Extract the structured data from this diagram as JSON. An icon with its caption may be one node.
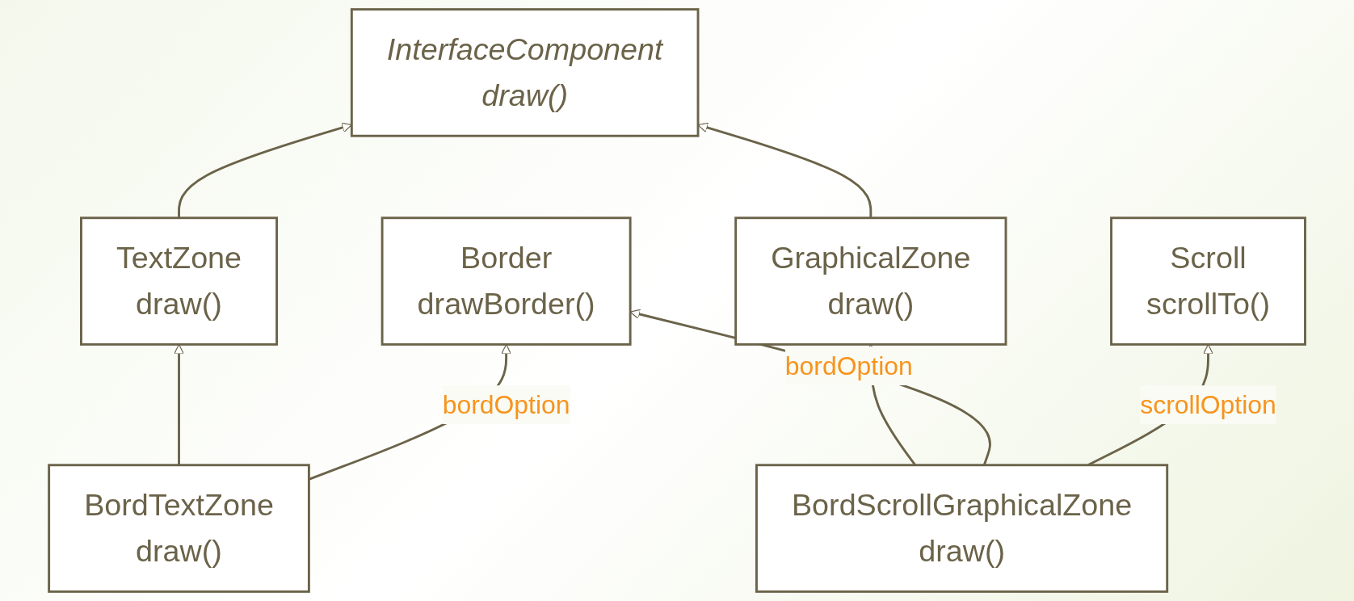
{
  "diagram": {
    "nodes": [
      {
        "text": [
          "InterfaceComponent",
          "draw()"
        ]
      },
      {
        "text": [
          "Border",
          "drawBorder()"
        ]
      },
      {
        "text": [
          "Scroll",
          "scrollTo()"
        ]
      },
      {
        "text": [
          "TextZone",
          "draw()"
        ]
      },
      {
        "text": [
          "GraphicalZone",
          "draw()"
        ]
      },
      {
        "text": [
          "BordTextZone",
          "draw()"
        ]
      },
      {
        "text": [
          "BordScrollGraphicalZone",
          "draw()"
        ]
      }
    ],
    "edges": [
      {
        "from": 3,
        "to": 0,
        "arrow": "to"
      },
      {
        "from": 4,
        "to": 0,
        "arrow": "to"
      },
      {
        "from": 5,
        "to": 3,
        "arrow": "to"
      },
      {
        "from": 5,
        "to": 1,
        "arrow": "to",
        "label": "bordOption"
      },
      {
        "from": 6,
        "to": 4,
        "arrow": "to"
      },
      {
        "from": 6,
        "to": 1,
        "arrow": "to",
        "label": "bordOption"
      },
      {
        "from": 6,
        "to": 2,
        "arrow": "to",
        "label": "scrollOption"
      }
    ]
  }
}
